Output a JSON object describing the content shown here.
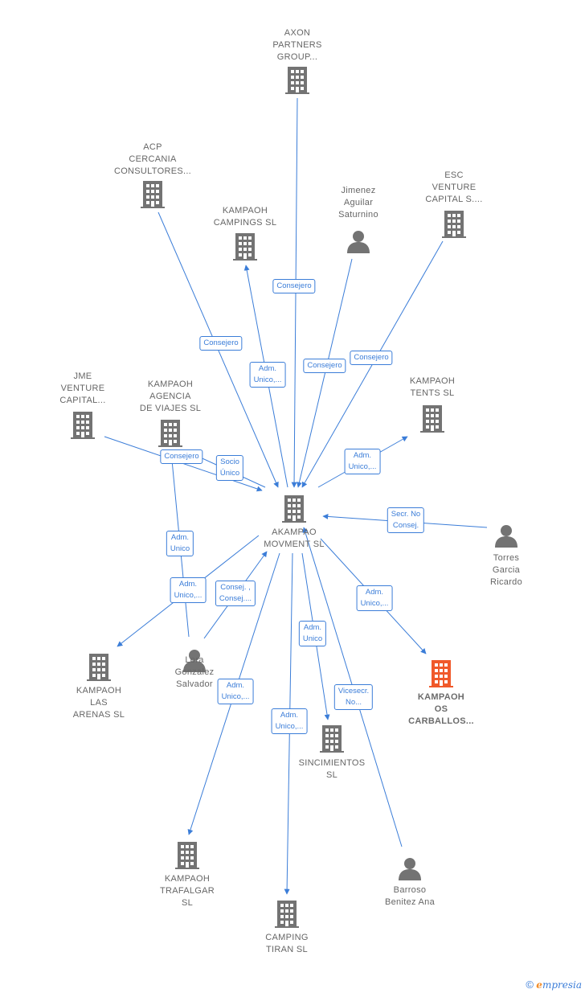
{
  "colors": {
    "edge": "#3b7dd8",
    "company": "#737373",
    "highlight": "#f0592a",
    "person": "#737373"
  },
  "center": {
    "id": "center",
    "label": "AKAMPAO\nMOVMENT  SL",
    "type": "company"
  },
  "nodes": [
    {
      "id": "axon",
      "label": "AXON\nPARTNERS\nGROUP...",
      "type": "company"
    },
    {
      "id": "acp",
      "label": "ACP\nCERCANIA\nCONSULTORES...",
      "type": "company"
    },
    {
      "id": "campings",
      "label": "KAMPAOH\nCAMPINGS  SL",
      "type": "company"
    },
    {
      "id": "jimenez",
      "label": "Jimenez\nAguilar\nSaturnino",
      "type": "person"
    },
    {
      "id": "esc",
      "label": "ESC\nVENTURE\nCAPITAL S....",
      "type": "company"
    },
    {
      "id": "jme",
      "label": "JME\nVENTURE\nCAPITAL...",
      "type": "company"
    },
    {
      "id": "agencia",
      "label": "KAMPAOH\nAGENCIA\nDE VIAJES  SL",
      "type": "company"
    },
    {
      "id": "tents",
      "label": "KAMPAOH\nTENTS  SL",
      "type": "company"
    },
    {
      "id": "torres",
      "label": "Torres\nGarcia\nRicardo",
      "type": "person"
    },
    {
      "id": "arenas",
      "label": "KAMPAOH\nLAS\nARENAS  SL",
      "type": "company"
    },
    {
      "id": "lora",
      "label": "Lora\nGonzalez\nSalvador",
      "type": "person"
    },
    {
      "id": "carballos",
      "label": "KAMPAOH\nOS\nCARBALLOS...",
      "type": "company",
      "highlight": true
    },
    {
      "id": "sincimientos",
      "label": "SINCIMIENTOS\nSL",
      "type": "company"
    },
    {
      "id": "trafalgar",
      "label": "KAMPAOH\nTRAFALGAR\nSL",
      "type": "company"
    },
    {
      "id": "barroso",
      "label": "Barroso\nBenitez Ana",
      "type": "person"
    },
    {
      "id": "tiran",
      "label": "CAMPING\nTIRAN  SL",
      "type": "company"
    }
  ],
  "edges": [
    {
      "from": "axon",
      "to": "center",
      "label": "Consejero"
    },
    {
      "from": "acp",
      "to": "center",
      "label": "Consejero"
    },
    {
      "from": "center",
      "to": "campings",
      "label": "Adm.\nUnico,..."
    },
    {
      "from": "jimenez",
      "to": "center",
      "label": "Consejero"
    },
    {
      "from": "esc",
      "to": "center",
      "label": "Consejero"
    },
    {
      "from": "jme",
      "to": "center",
      "label": "Consejero"
    },
    {
      "from": "agencia",
      "to": "center",
      "label": "Socio\nÚnico"
    },
    {
      "from": "center",
      "to": "tents",
      "label": "Adm.\nUnico,..."
    },
    {
      "from": "torres",
      "to": "center",
      "label": "Secr.  No\nConsej."
    },
    {
      "from": "lora",
      "to": "agencia",
      "label": "Adm.\nUnico"
    },
    {
      "from": "center",
      "to": "arenas",
      "label": "Adm.\nUnico,..."
    },
    {
      "from": "lora",
      "to": "center",
      "label": "Consej. ,\nConsej...."
    },
    {
      "from": "center",
      "to": "carballos",
      "label": "Adm.\nUnico,..."
    },
    {
      "from": "center",
      "to": "sincimientos",
      "label": "Adm.\nUnico"
    },
    {
      "from": "barroso",
      "to": "center",
      "label": "Vicesecr.\nNo..."
    },
    {
      "from": "center",
      "to": "trafalgar",
      "label": "Adm.\nUnico,..."
    },
    {
      "from": "center",
      "to": "tiran",
      "label": "Adm.\nUnico,..."
    }
  ],
  "footer": {
    "copyright": "©",
    "brand_e": "e",
    "brand_rest": "mpresia"
  }
}
